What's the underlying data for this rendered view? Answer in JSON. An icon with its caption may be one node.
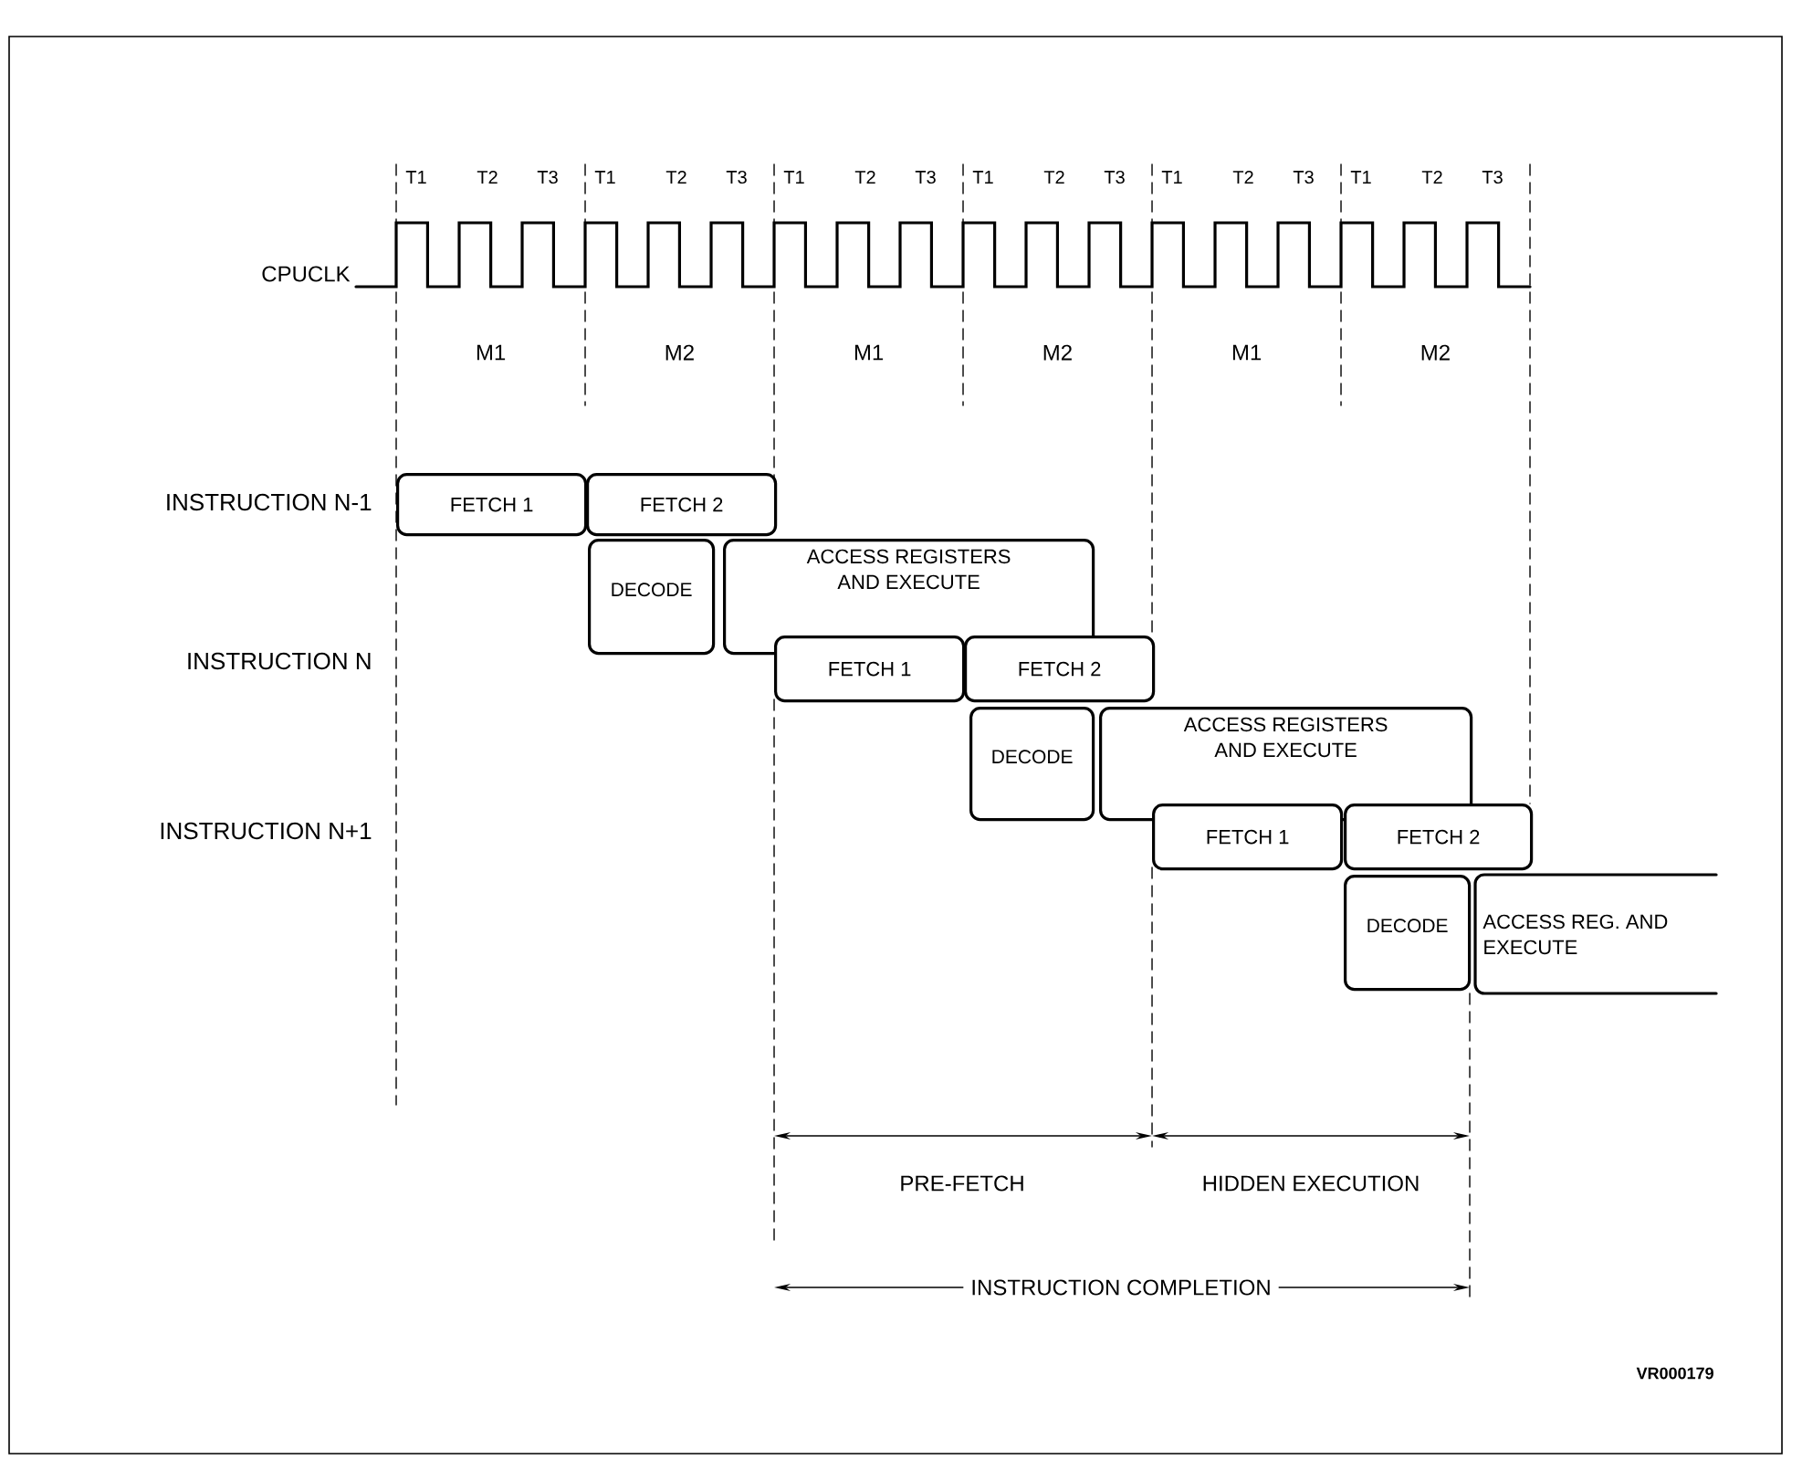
{
  "diagram": {
    "nodes": [
      {
        "text": [
          "FETCH 1"
        ]
      },
      {
        "text": [
          "FETCH 2"
        ]
      },
      {
        "text": [
          "DECODE"
        ]
      },
      {
        "text": [
          "ACCESS REGISTERS AND EXECUTE"
        ]
      },
      {
        "text": [
          "FETCH 1"
        ]
      },
      {
        "text": [
          "FETCH 2"
        ]
      },
      {
        "text": [
          "DECODE"
        ]
      },
      {
        "text": [
          "ACCESS REGISTERS AND EXECUTE"
        ]
      },
      {
        "text": [
          "FETCH 1"
        ]
      },
      {
        "text": [
          "FETCH 2"
        ]
      },
      {
        "text": [
          "DECODE"
        ]
      },
      {
        "text": [
          "ACCESS REG. AND EXECUTE"
        ]
      }
    ],
    "labels": [
      "T1",
      "T2",
      "T3",
      "T1",
      "T2",
      "T3",
      "T1",
      "T2",
      "T3",
      "T1",
      "T2",
      "T3",
      "T1",
      "T2",
      "T3",
      "T1",
      "T2",
      "T3",
      "CPUCLK",
      "M1",
      "M2",
      "M1",
      "M2",
      "M1",
      "M2",
      "INSTRUCTION N-1",
      "INSTRUCTION N",
      "INSTRUCTION N+1",
      "PRE-FETCH",
      "HIDDEN EXECUTION",
      "INSTRUCTION COMPLETION",
      "VR000179"
    ]
  }
}
